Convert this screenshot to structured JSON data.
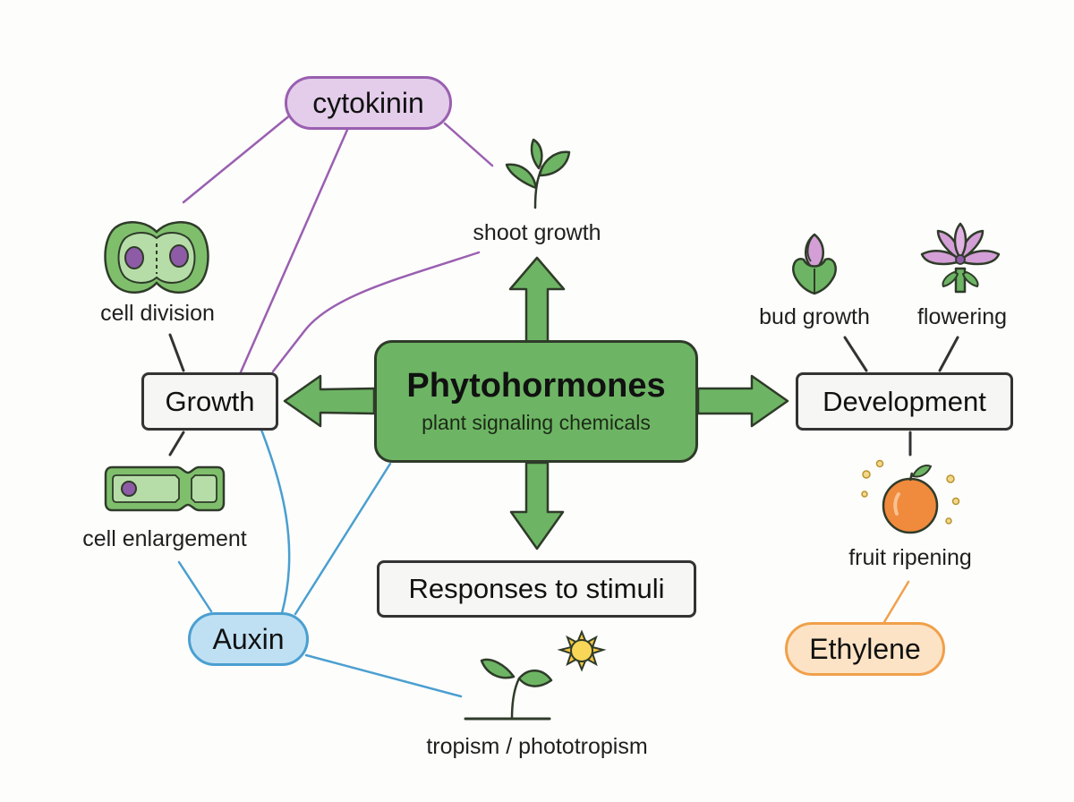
{
  "center": {
    "title": "Phytohormones",
    "subtitle": "plant signaling chemicals"
  },
  "categories": {
    "growth": "Growth",
    "development": "Development",
    "responses": "Responses to stimuli"
  },
  "hormones": {
    "cytokinin": "cytokinin",
    "auxin": "Auxin",
    "ethylene": "Ethylene"
  },
  "labels": {
    "shoot_growth": "shoot growth",
    "cell_division": "cell division",
    "cell_enlargement": "cell enlargement",
    "bud_growth": "bud growth",
    "flowering": "flowering",
    "fruit_ripening": "fruit ripening",
    "tropism": "tropism / phototropism"
  },
  "colors": {
    "hub_green": "#6db564",
    "cytokinin_purple": "#9a5fb0",
    "auxin_blue": "#4a9fd0",
    "ethylene_orange": "#f0a04a"
  },
  "icons": [
    "seedling-icon",
    "dividing-cell-icon",
    "elongated-cell-icon",
    "flower-bud-icon",
    "flower-icon",
    "fruit-icon",
    "sprout-icon",
    "sun-icon"
  ]
}
